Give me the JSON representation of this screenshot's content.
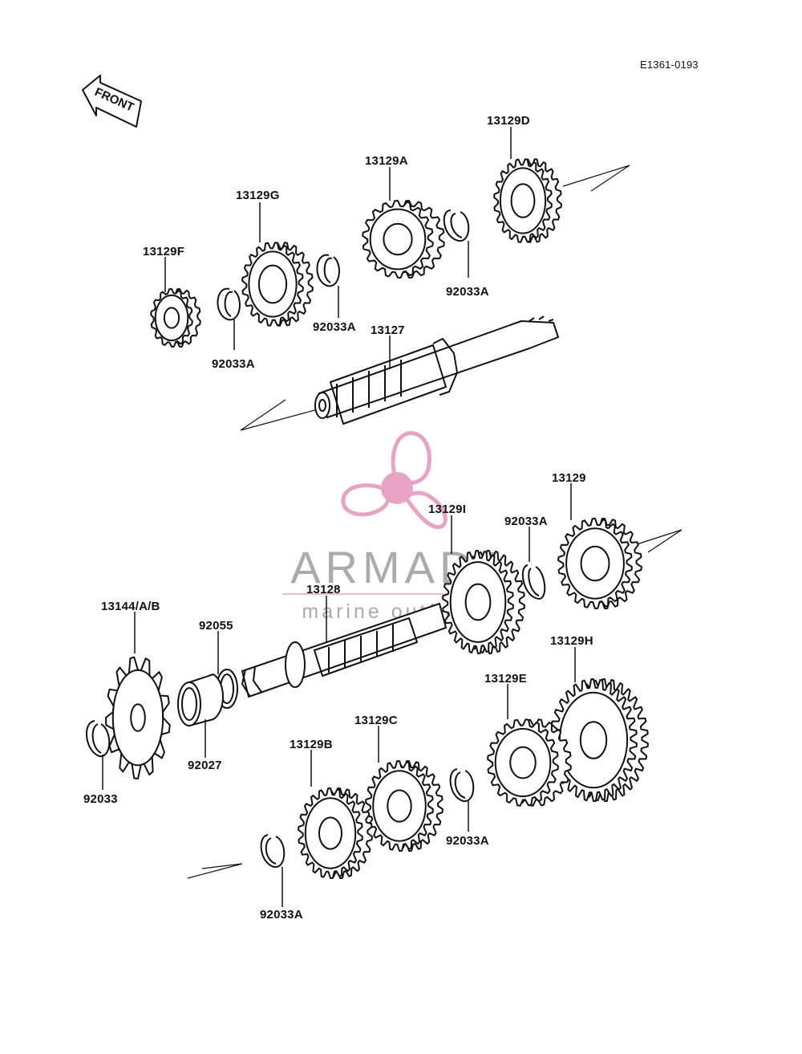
{
  "diagram_code": "E1361-0193",
  "front_label": "FRONT",
  "watermark": {
    "brand": "ARMADA",
    "tagline": "marine outfitters",
    "color": "#e6a3c4",
    "icon": "propeller-icon"
  },
  "parts": {
    "p13129F": "13129F",
    "p13129G": "13129G",
    "p13129A": "13129A",
    "p13129D": "13129D",
    "p92033A_1": "92033A",
    "p92033A_2": "92033A",
    "p92033A_3": "92033A",
    "p13127": "13127",
    "p13129": "13129",
    "p13129I": "13129I",
    "p92033A_4": "92033A",
    "p13128": "13128",
    "p13144": "13144/A/B",
    "p92055": "92055",
    "p13129H": "13129H",
    "p13129E": "13129E",
    "p13129C": "13129C",
    "p13129B": "13129B",
    "p92027": "92027",
    "p92033": "92033",
    "p92033A_5": "92033A",
    "p92033A_6": "92033A"
  }
}
